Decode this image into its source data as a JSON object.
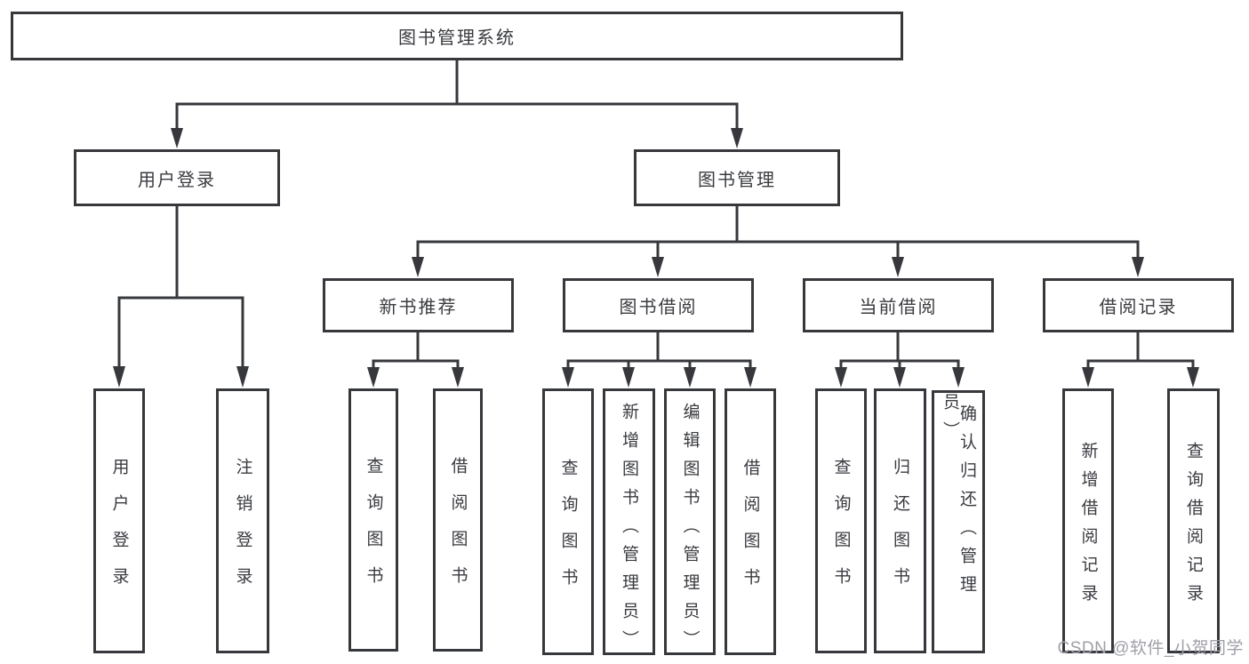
{
  "diagram": {
    "root": {
      "label": "图书管理系统"
    },
    "branches": [
      {
        "label": "用户登录",
        "children": [
          {
            "label": "用户登录"
          },
          {
            "label": "注销登录"
          }
        ]
      },
      {
        "label": "图书管理",
        "children": [
          {
            "label": "新书推荐",
            "children": [
              {
                "label": "查询图书"
              },
              {
                "label": "借阅图书"
              }
            ]
          },
          {
            "label": "图书借阅",
            "children": [
              {
                "label": "查询图书"
              },
              {
                "label": "新增图书（管理员）"
              },
              {
                "label": "编辑图书（管理员）"
              },
              {
                "label": "借阅图书"
              }
            ]
          },
          {
            "label": "当前借阅",
            "children": [
              {
                "label": "查询图书"
              },
              {
                "label": "归还图书"
              },
              {
                "label": "确认归还（管理员）"
              }
            ]
          },
          {
            "label": "借阅记录",
            "children": [
              {
                "label": "新增借阅记录"
              },
              {
                "label": "查询借阅记录"
              }
            ]
          }
        ]
      }
    ]
  },
  "watermark": {
    "text": "CSDN @软件_小贺同学"
  },
  "colors": {
    "line": "#37383c",
    "box_border": "#37383c",
    "text": "#3a3b40",
    "watermark": "#9fa0a8",
    "background": "#ffffff"
  }
}
